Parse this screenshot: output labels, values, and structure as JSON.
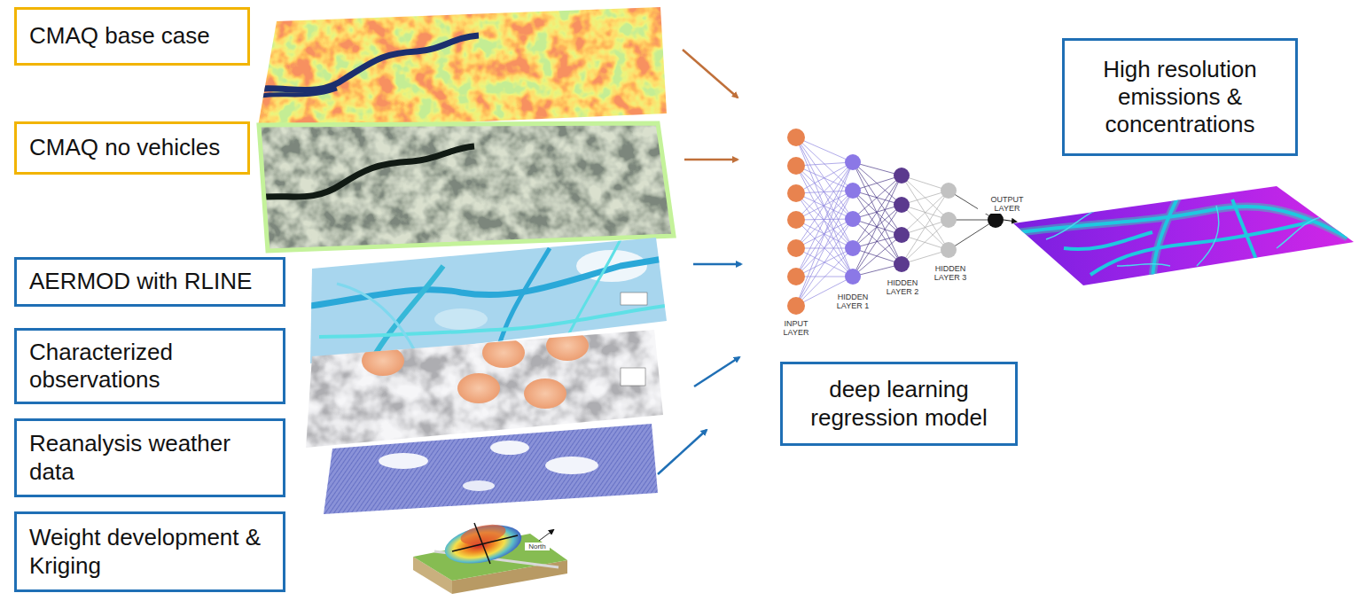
{
  "diagram": {
    "nodes": [
      {
        "text": [
          "CMAQ base case"
        ]
      },
      {
        "text": [
          "CMAQ no vehicles"
        ]
      },
      {
        "text": [
          "AERMOD with RLINE"
        ]
      },
      {
        "text": [
          "Characterized observations"
        ]
      },
      {
        "text": [
          "Reanalysis weather data"
        ]
      },
      {
        "text": [
          "Weight development & Kriging"
        ]
      },
      {
        "text": [
          "deep learning regression model"
        ]
      },
      {
        "text": [
          "High resolution emissions & concentrations"
        ]
      }
    ],
    "labels": [
      "INPUT LAYER",
      "HIDDEN LAYER 1",
      "HIDDEN LAYER 2",
      "HIDDEN LAYER 3",
      "OUTPUT LAYER",
      "North"
    ]
  }
}
